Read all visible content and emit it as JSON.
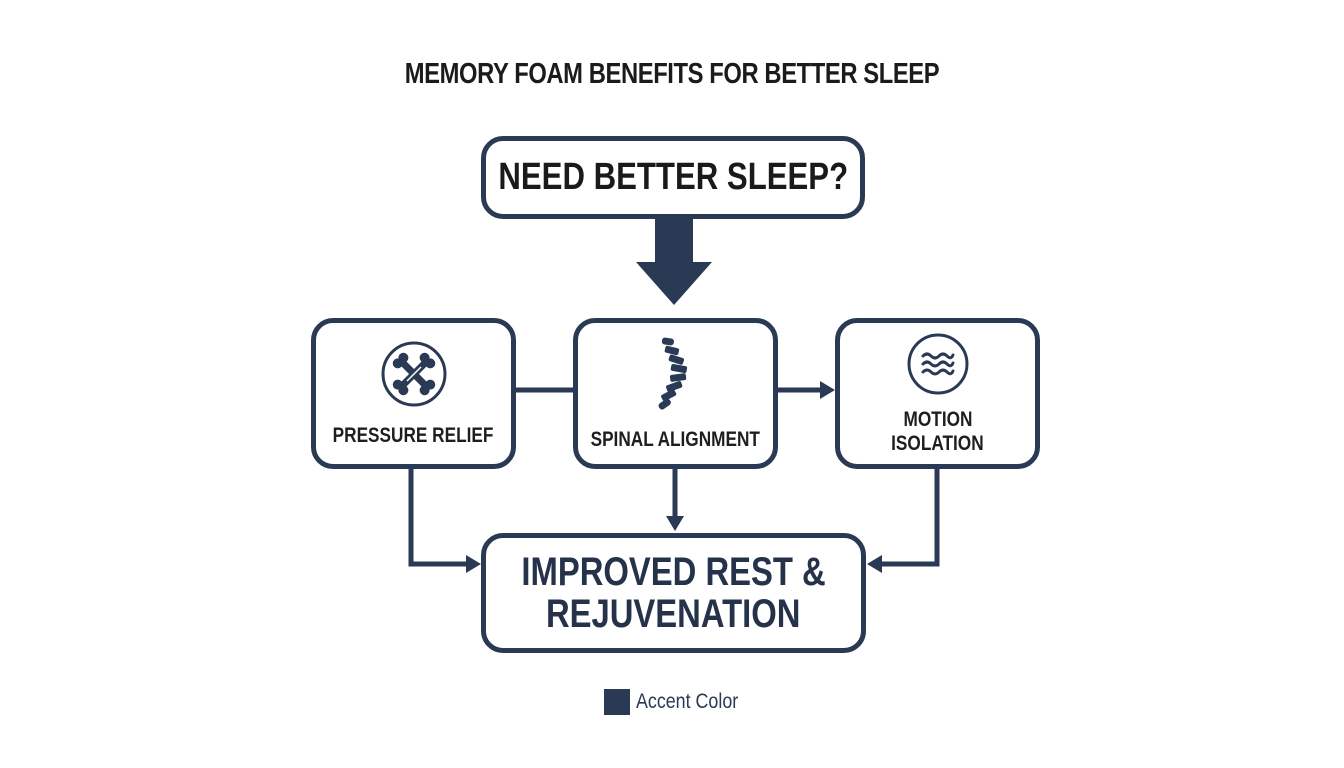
{
  "title": "MEMORY FOAM BENEFITS FOR BETTER SLEEP",
  "colors": {
    "accent": "#2a3a55",
    "text": "#1e1e1e",
    "background": "#ffffff"
  },
  "start_node": {
    "label": "NEED BETTER SLEEP?"
  },
  "benefits": [
    {
      "label": "PRESSURE RELIEF",
      "icon": "crossed-bones-icon"
    },
    {
      "label": "SPINAL ALIGNMENT",
      "icon": "spine-icon"
    },
    {
      "label_line1": "MOTION",
      "label_line2": "ISOLATION",
      "icon": "waves-icon"
    }
  ],
  "result_node": {
    "label_line1": "IMPROVED REST &",
    "label_line2": "REJUVENATION"
  },
  "legend": {
    "label": "Accent Color",
    "swatch_color": "#2a3a55"
  }
}
